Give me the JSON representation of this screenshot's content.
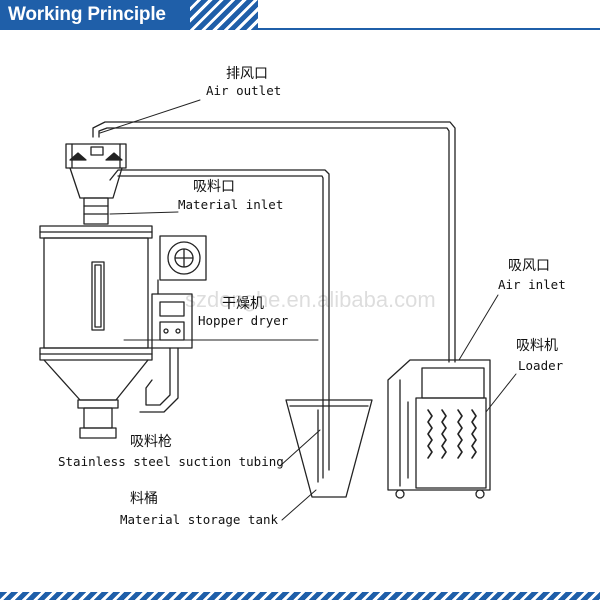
{
  "header": {
    "title": "Working Principle"
  },
  "watermark": "szdonghe.en.alibaba.com",
  "labels": {
    "air_outlet": {
      "cn": "排风口",
      "en": "Air outlet"
    },
    "material_inlet": {
      "cn": "吸料口",
      "en": "Material inlet"
    },
    "hopper_dryer": {
      "cn": "干燥机",
      "en": "Hopper dryer"
    },
    "air_inlet": {
      "cn": "吸风口",
      "en": "Air inlet"
    },
    "loader": {
      "cn": "吸料机",
      "en": "Loader"
    },
    "suction_tubing": {
      "cn": "吸料枪",
      "en": "Stainless steel suction tubing"
    },
    "storage_tank": {
      "cn": "料桶",
      "en": "Material storage tank"
    }
  },
  "colors": {
    "brand": "#1f5fa9",
    "line": "#222222"
  }
}
